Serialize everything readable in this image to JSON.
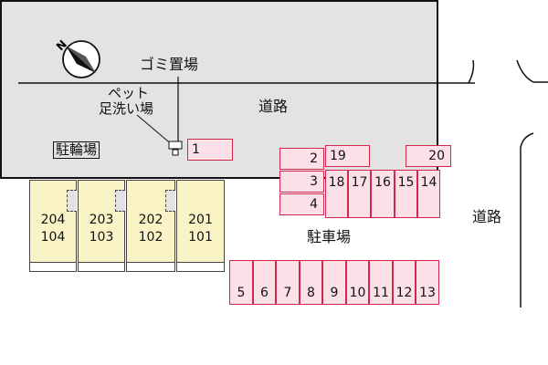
{
  "labels": {
    "garbage": "ゴミ置場",
    "pet_wash_line1": "ペット",
    "pet_wash_line2": "足洗い場",
    "road_top": "道路",
    "road_right": "道路",
    "bicycle_parking": "駐輪場",
    "parking_lot": "駐車場"
  },
  "units": [
    {
      "upper": "204",
      "lower": "104"
    },
    {
      "upper": "203",
      "lower": "103"
    },
    {
      "upper": "202",
      "lower": "102"
    },
    {
      "upper": "201",
      "lower": "101"
    }
  ],
  "parking_spaces": {
    "s1": "1",
    "s2": "2",
    "s3": "3",
    "s4": "4",
    "s5": "5",
    "s6": "6",
    "s7": "7",
    "s8": "8",
    "s9": "9",
    "s10": "10",
    "s11": "11",
    "s12": "12",
    "s13": "13",
    "s14": "14",
    "s15": "15",
    "s16": "16",
    "s17": "17",
    "s18": "18",
    "s19": "19",
    "s20": "20"
  },
  "colors": {
    "parking_fill": "#fbe0e8",
    "parking_border": "#d0284c",
    "unit_fill": "#faf3c6",
    "site_fill": "#e3e3e3"
  },
  "icons": {
    "compass": "north-arrow-icon"
  }
}
